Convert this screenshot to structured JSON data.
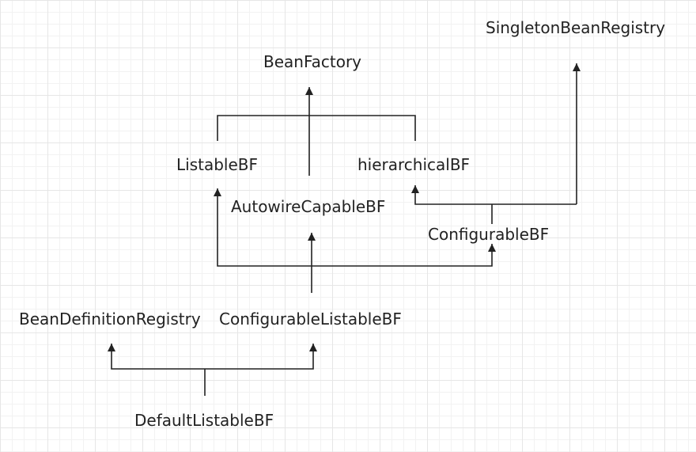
{
  "nodes": {
    "singleton_bean_registry": "SingletonBeanRegistry",
    "bean_factory": "BeanFactory",
    "listable_bf": "ListableBF",
    "hierarchical_bf": "hierarchicalBF",
    "autowire_capable_bf": "AutowireCapableBF",
    "configurable_bf": "ConfigurableBF",
    "bean_definition_registry": "BeanDefinitionRegistry",
    "configurable_listable_bf": "ConfigurableListableBF",
    "default_listable_bf": "DefaultListableBF"
  },
  "colors": {
    "line": "#222222",
    "text": "#222222",
    "background": "#ffffff",
    "grid": "#e6e6e6"
  }
}
